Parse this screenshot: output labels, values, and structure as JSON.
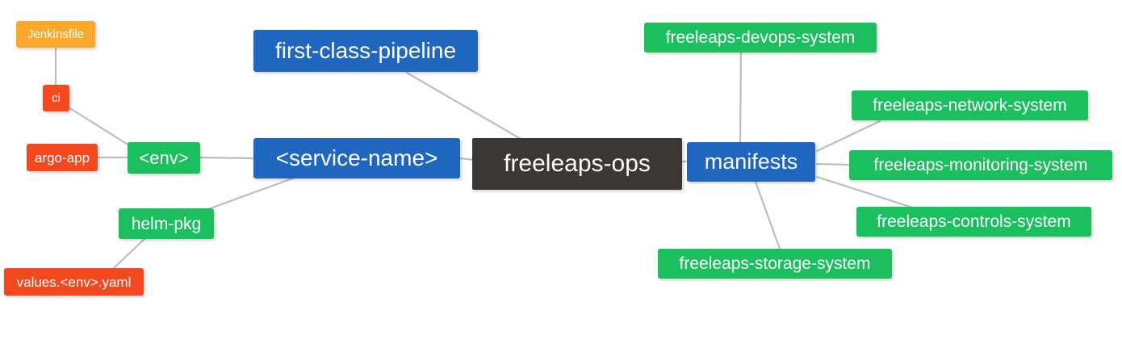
{
  "diagram": {
    "type": "mind-map",
    "title": "freeleaps-ops",
    "background": "#ffffff",
    "edge_color": "#bdbdbd",
    "palette": {
      "root": "#3b3734",
      "blue": "#1f66bf",
      "green": "#1bbf5e",
      "red": "#f4491f",
      "orange": "#f9a82c",
      "text": "#ffffff"
    }
  },
  "nodes": {
    "root": {
      "label": "freeleaps-ops",
      "color": "#3b3734"
    },
    "first_class_pipeline": {
      "label": "first-class-pipeline",
      "color": "#1f66bf"
    },
    "service_name": {
      "label": "<service-name>",
      "color": "#1f66bf"
    },
    "env": {
      "label": "<env>",
      "color": "#1bbf5e"
    },
    "ci": {
      "label": "ci",
      "color": "#f4491f"
    },
    "jenkinsfile": {
      "label": "Jenkinsfile",
      "color": "#f9a82c"
    },
    "argo_app": {
      "label": "argo-app",
      "color": "#f4491f"
    },
    "helm_pkg": {
      "label": "helm-pkg",
      "color": "#1bbf5e"
    },
    "values_yaml": {
      "label": "values.<env>.yaml",
      "color": "#f4491f"
    },
    "manifests": {
      "label": "manifests",
      "color": "#1f66bf"
    },
    "devops_system": {
      "label": "freeleaps-devops-system",
      "color": "#1bbf5e"
    },
    "network_system": {
      "label": "freeleaps-network-system",
      "color": "#1bbf5e"
    },
    "monitoring_system": {
      "label": "freeleaps-monitoring-system",
      "color": "#1bbf5e"
    },
    "controls_system": {
      "label": "freeleaps-controls-system",
      "color": "#1bbf5e"
    },
    "storage_system": {
      "label": "freeleaps-storage-system",
      "color": "#1bbf5e"
    }
  },
  "edges": [
    {
      "from": "root",
      "to": "first_class_pipeline"
    },
    {
      "from": "root",
      "to": "service_name"
    },
    {
      "from": "root",
      "to": "manifests"
    },
    {
      "from": "service_name",
      "to": "env"
    },
    {
      "from": "service_name",
      "to": "helm_pkg"
    },
    {
      "from": "env",
      "to": "ci"
    },
    {
      "from": "env",
      "to": "argo_app"
    },
    {
      "from": "ci",
      "to": "jenkinsfile"
    },
    {
      "from": "helm_pkg",
      "to": "values_yaml"
    },
    {
      "from": "manifests",
      "to": "devops_system"
    },
    {
      "from": "manifests",
      "to": "network_system"
    },
    {
      "from": "manifests",
      "to": "monitoring_system"
    },
    {
      "from": "manifests",
      "to": "controls_system"
    },
    {
      "from": "manifests",
      "to": "storage_system"
    }
  ]
}
